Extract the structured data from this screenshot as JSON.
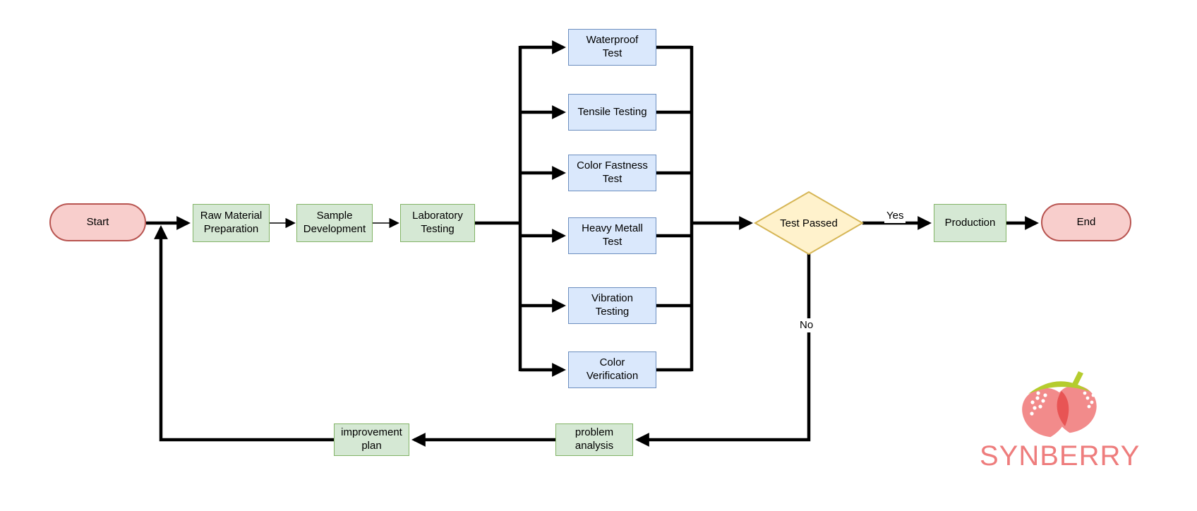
{
  "palette": {
    "pink_fill": "#f8cecc",
    "pink_border": "#b85450",
    "green_fill": "#d5e8d4",
    "green_border": "#82b366",
    "blue_fill": "#dae8fc",
    "blue_border": "#6c8ebf",
    "yellow_fill": "#fff2cc",
    "yellow_border": "#d6b656",
    "line_color": "#000000",
    "text_color": "#000000",
    "logo_salmon": "#f28b8b",
    "logo_overlap": "#e85454",
    "logo_leaf": "#b5cc2e",
    "logo_text_color": "#ee7d7d"
  },
  "diagram": {
    "start": {
      "label": "Start"
    },
    "raw_material": {
      "label": "Raw Material\nPreparation"
    },
    "sample_development": {
      "label": "Sample\nDevelopment"
    },
    "laboratory_testing": {
      "label": "Laboratory\nTesting"
    },
    "tests": [
      {
        "label": "Waterproof\nTest"
      },
      {
        "label": "Tensile Testing"
      },
      {
        "label": "Color Fastness\nTest"
      },
      {
        "label": "Heavy Metall\nTest"
      },
      {
        "label": "Vibration\nTesting"
      },
      {
        "label": "Color\nVerification"
      }
    ],
    "decision": {
      "label": "Test Passed",
      "yes_label": "Yes",
      "no_label": "No"
    },
    "production": {
      "label": "Production"
    },
    "end": {
      "label": "End"
    },
    "problem_analysis": {
      "label": "problem\nanalysis"
    },
    "improvement_plan": {
      "label": "improvement\nplan"
    }
  },
  "branding": {
    "logo_text": "SYNBERRY"
  }
}
